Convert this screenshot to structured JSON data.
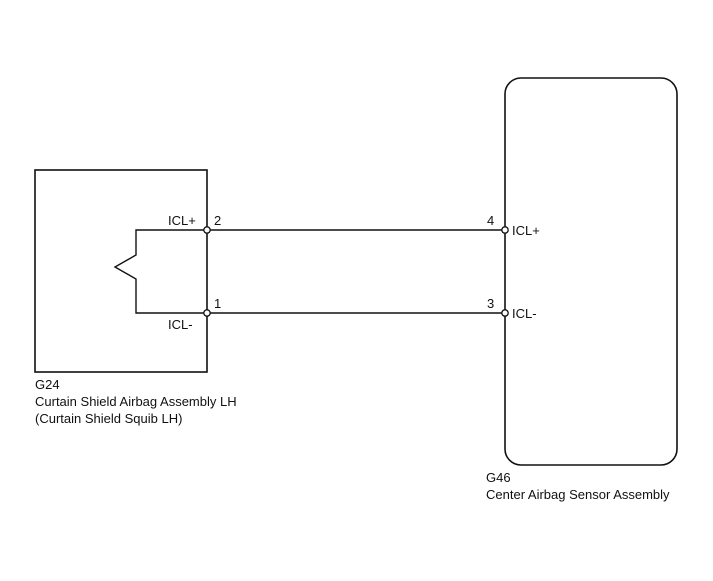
{
  "left_component": {
    "code": "G24",
    "name": "Curtain Shield Airbag Assembly LH",
    "subname": "(Curtain Shield Squib LH)",
    "pin_top_signal": "ICL+",
    "pin_top_number": "2",
    "pin_bottom_signal": "ICL-",
    "pin_bottom_number": "1"
  },
  "right_component": {
    "code": "G46",
    "name": "Center Airbag Sensor Assembly",
    "pin_top_signal": "ICL+",
    "pin_top_number": "4",
    "pin_bottom_signal": "ICL-",
    "pin_bottom_number": "3"
  },
  "colors": {
    "line": "#111111",
    "background": "#ffffff"
  }
}
